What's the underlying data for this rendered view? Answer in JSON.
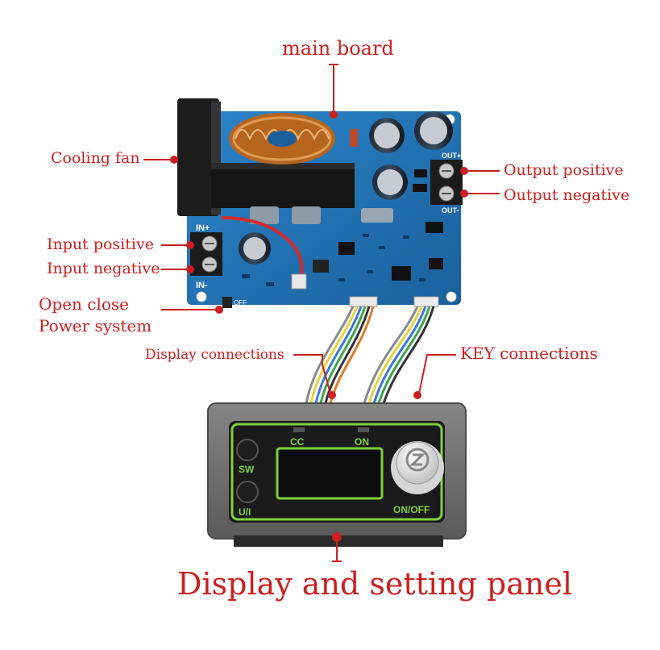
{
  "labels": {
    "main_board": "main board",
    "cooling_fan": "Cooling fan",
    "output_positive": "Output positive",
    "output_negative": "Output negative",
    "input_positive": "Input positive",
    "input_negative": "Input negative",
    "power_switch_line1": "Open close",
    "power_switch_line2": "Power system",
    "display_connections": "Display connections",
    "key_connections": "KEY connections",
    "display_panel": "Display and setting panel"
  },
  "board": {
    "in_plus": "IN+",
    "in_minus": "IN-",
    "out_plus": "OUT+",
    "out_minus": "OUT-",
    "off": "OFF"
  },
  "panel": {
    "cc": "CC",
    "on": "ON",
    "sw": "SW",
    "ui": "U/I",
    "on_off": "ON/OFF"
  },
  "colors": {
    "label_red": "#cc1f1f",
    "pcb_blue": "#1f6fb2",
    "panel_gray": "#6d6d6d",
    "screen_green": "#7fd13b"
  }
}
